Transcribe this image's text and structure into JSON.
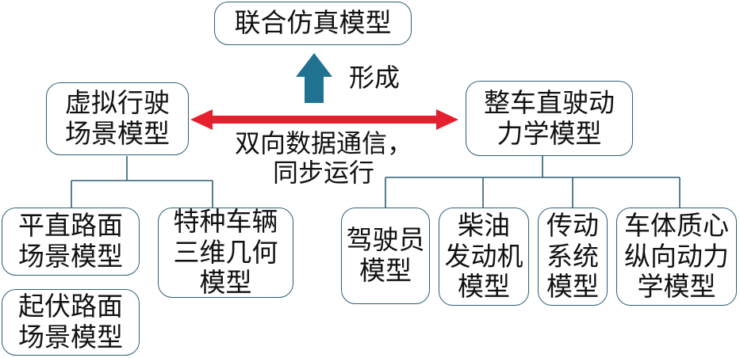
{
  "diagram": {
    "top": "联合仿真模型",
    "forms_label": "形成",
    "left_main": "虚拟行驶\n场景模型",
    "right_main": "整车直驶动\n力学模型",
    "link_label": "双向数据通信，\n同步运行",
    "left_children": [
      "平直路面\n场景模型",
      "特种车辆\n三维几何\n模型",
      "起伏路面\n场景模型"
    ],
    "right_children": [
      "驾驶员\n模型",
      "柴油\n发动机\n模型",
      "传动\n系统\n模型",
      "车体质心\n纵向动力\n学模型"
    ]
  },
  "colors": {
    "border": "#2e5f73",
    "arrow_up": "#1f7391",
    "double_arrow": "#e5202e",
    "connector": "#2e5f73"
  }
}
